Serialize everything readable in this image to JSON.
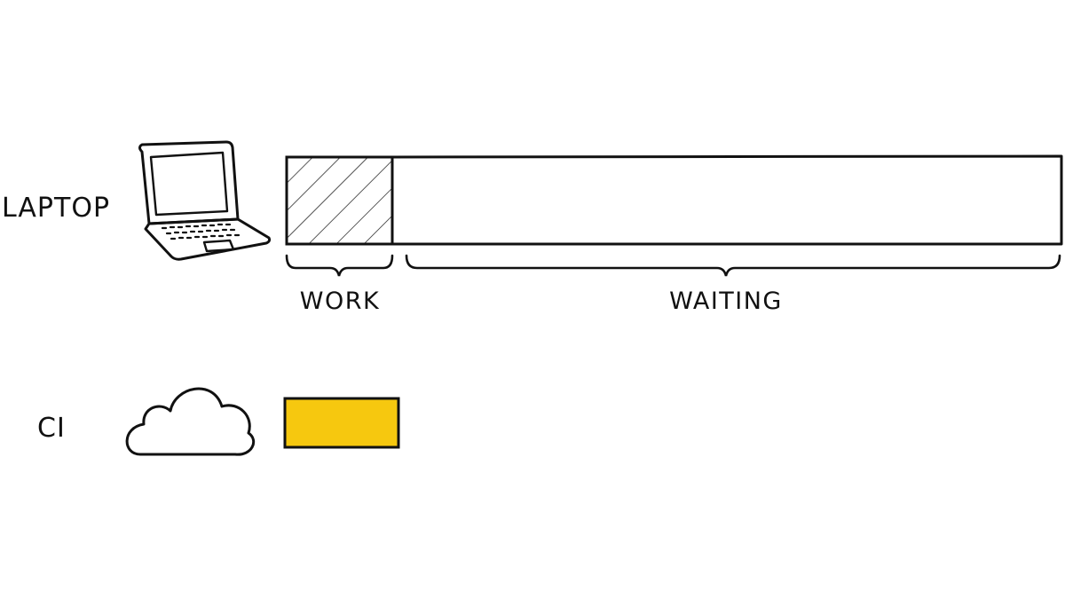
{
  "rows": {
    "laptop": {
      "label": "LAPTOP",
      "icon": "laptop-icon"
    },
    "ci": {
      "label": "CI",
      "icon": "cloud-icon"
    }
  },
  "laptop_bar": {
    "segments": [
      {
        "label": "WORK",
        "fill": "hatched"
      },
      {
        "label": "WAITING",
        "fill": "none"
      }
    ]
  },
  "colors": {
    "ink": "#111111",
    "ci_bar": "#f6c80f",
    "background": "#ffffff"
  }
}
